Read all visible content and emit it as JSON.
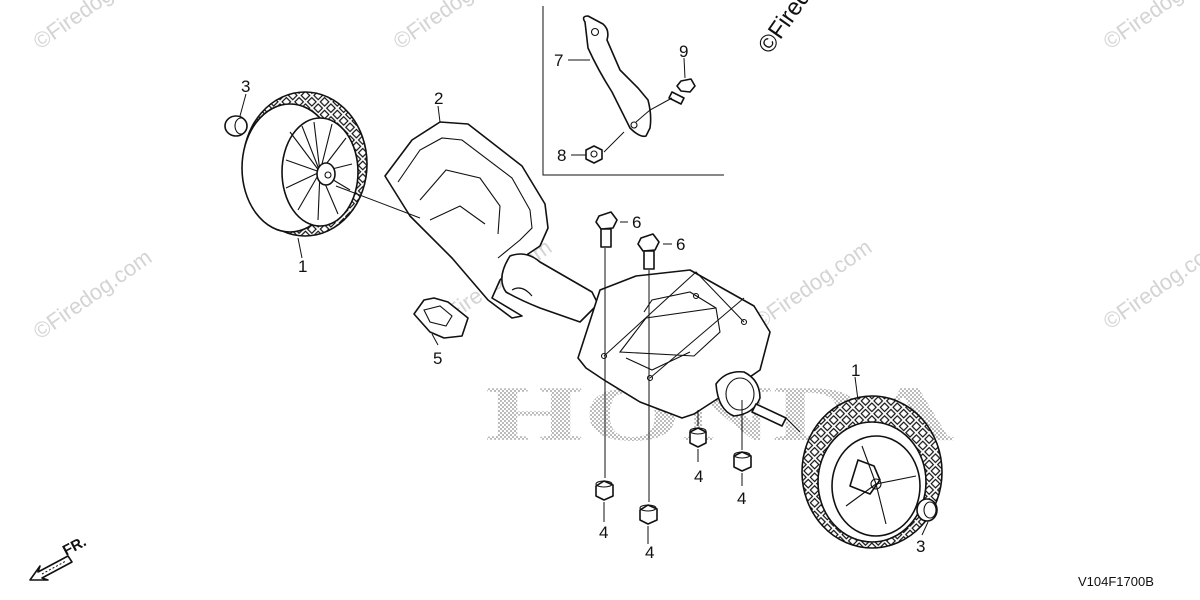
{
  "watermark": {
    "text": "©Firedog.com",
    "header_text": "©Firedog"
  },
  "background_logo": {
    "text": "HONDA"
  },
  "inset": {
    "description_visible": false
  },
  "callouts": {
    "c1_left": "1",
    "c1_right": "1",
    "c2": "2",
    "c3_left": "3",
    "c3_right": "3",
    "c4_a": "4",
    "c4_b": "4",
    "c4_c": "4",
    "c4_d": "4",
    "c5": "5",
    "c6_a": "6",
    "c6_b": "6",
    "c7": "7",
    "c8": "8",
    "c9": "9"
  },
  "front_arrow": {
    "label": "FR."
  },
  "diagram_code": "V104F1700B"
}
